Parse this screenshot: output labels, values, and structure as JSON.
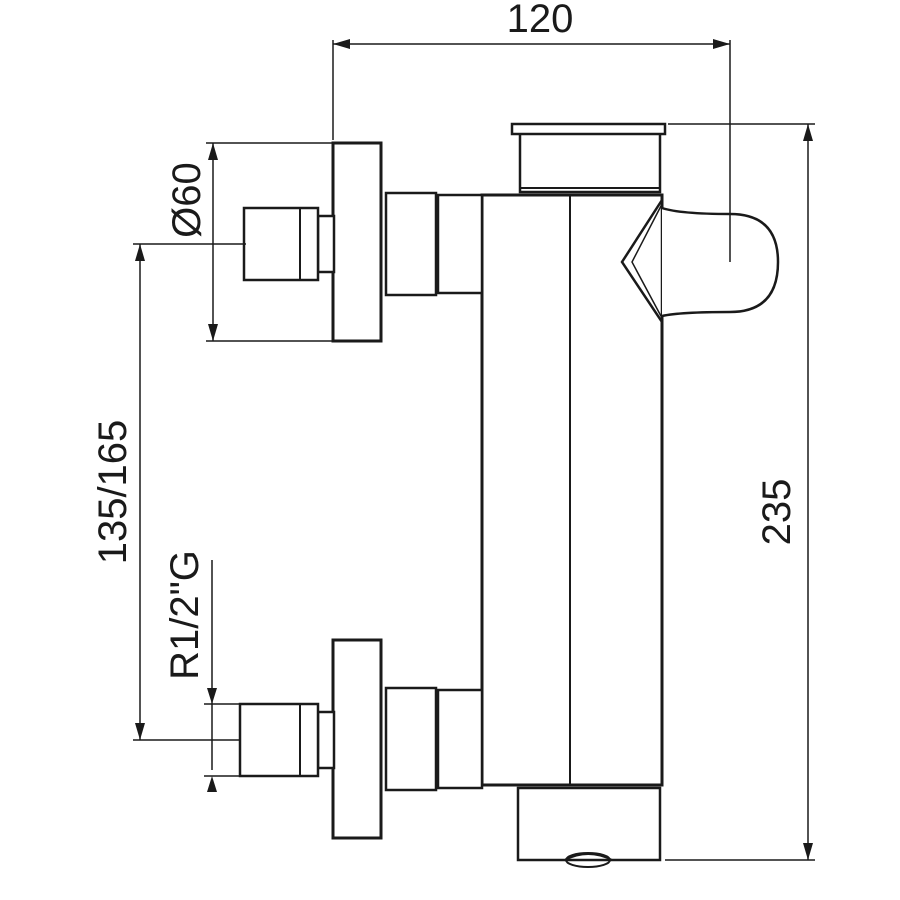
{
  "dimensions": {
    "width": "120",
    "height": "235",
    "diameter": "Ø60",
    "inlet_spacing": "135/165",
    "thread": "R1/2\"G"
  }
}
